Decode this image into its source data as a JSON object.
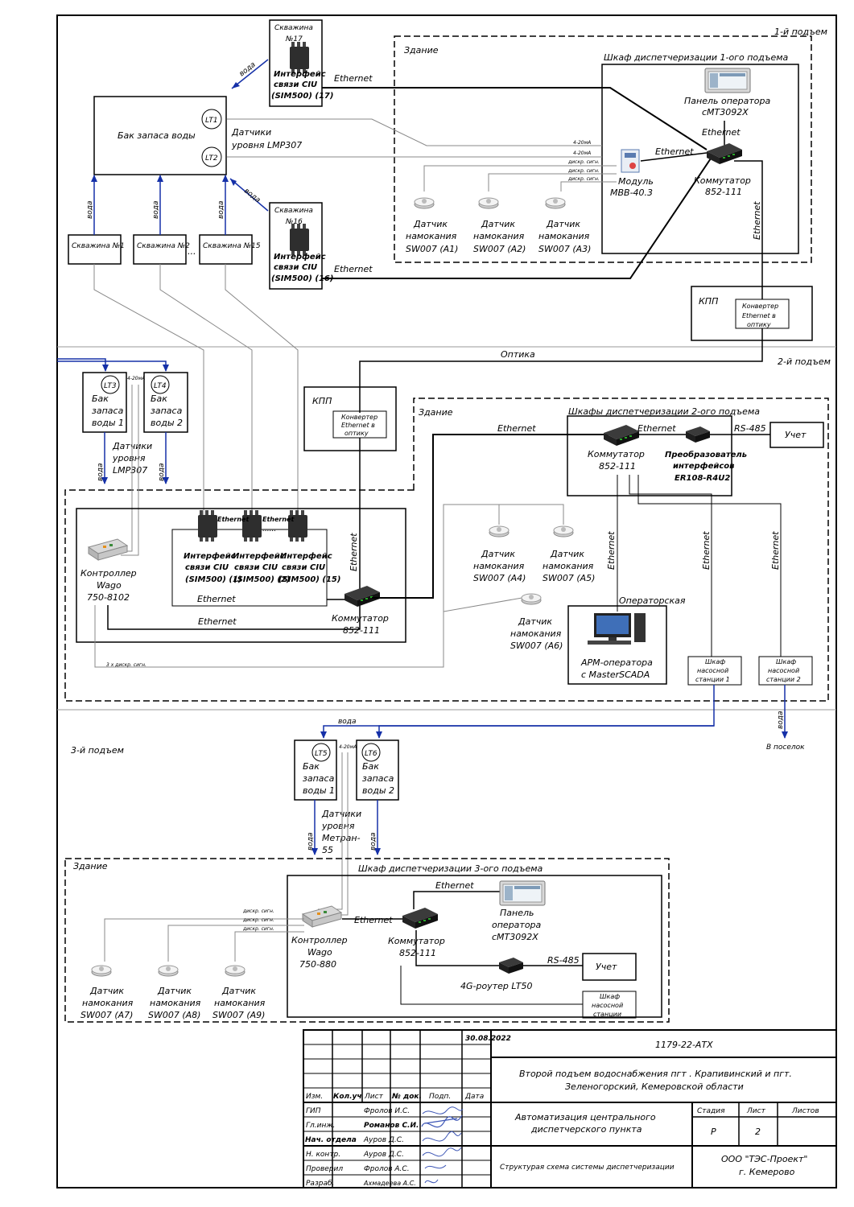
{
  "sections": {
    "s1": "1-й подъем",
    "s2": "2-й подъем",
    "s3": "3-й подъем"
  },
  "common": {
    "building": "Здание",
    "ethernet": "Ethernet",
    "water": "вода",
    "optics": "Оптика",
    "ma": "4-20мА",
    "discr": "дискр. сигн.",
    "kpp": "КПП",
    "rs485": "RS-485",
    "account": "Учет"
  },
  "p1": {
    "tank": "Бак запаса воды",
    "lt1": "LT1",
    "lt2": "LT2",
    "sensors": [
      "Датчики",
      "уровня LMP307"
    ],
    "well17": [
      "Скважина",
      "№17"
    ],
    "well16": [
      "Скважина",
      "№16"
    ],
    "ciu17": [
      "Интерфейс",
      "связи CIU",
      "(SIM500) (17)"
    ],
    "ciu16": [
      "Интерфейс",
      "связи CIU",
      "(SIM500) (16)"
    ],
    "wells": [
      "Скважина №1",
      "Скважина №2",
      "Скважина №15"
    ],
    "dots": "...",
    "cabinet": "Шкаф диспетчеризации 1-ого подъема",
    "panel": [
      "Панель оператора",
      "cMT3092X"
    ],
    "switch": [
      "Коммутатор",
      "852-111"
    ],
    "module": [
      "Модуль",
      "МВВ-40.3"
    ],
    "leaks": [
      [
        "Датчик",
        "намокания",
        "SW007 (A1)"
      ],
      [
        "Датчик",
        "намокания",
        "SW007 (A2)"
      ],
      [
        "Датчик",
        "намокания",
        "SW007 (A3)"
      ]
    ],
    "converter": [
      "Конвертер",
      "Ethernet в",
      "оптику"
    ]
  },
  "p2": {
    "converter": [
      "Конвертер",
      "Ethernet в",
      "оптику"
    ],
    "lt3": "LT3",
    "lt4": "LT4",
    "tank1": [
      "Бак",
      "запаса",
      "воды 1"
    ],
    "tank2": [
      "Бак",
      "запаса",
      "воды 2"
    ],
    "sensors": [
      "Датчики",
      "уровня",
      "LMP307"
    ],
    "cabinet": "Шкафы диспетчеризации 2-ого подъема",
    "switch_top": [
      "Коммутатор",
      "852-111"
    ],
    "converter485": [
      "Преобразователь",
      "интерфейсов",
      "ER108-R4U2"
    ],
    "wago": [
      "Контроллер",
      "Wago",
      "750-8102"
    ],
    "ciu": [
      [
        "Интерфейс",
        "связи CIU",
        "(SIM500) (1)"
      ],
      [
        "Интерфейс",
        "связи CIU",
        "(SIM500) (2)"
      ],
      [
        "Интерфейс",
        "связи CIU",
        "(SIM500) (15)"
      ]
    ],
    "dots": "......",
    "switch_bottom": [
      "Коммутатор",
      "852-111"
    ],
    "leaks": [
      [
        "Датчик",
        "намокания",
        "SW007 (A4)"
      ],
      [
        "Датчик",
        "намокания",
        "SW007 (A5)"
      ],
      [
        "Датчик",
        "намокания",
        "SW007 (A6)"
      ]
    ],
    "operator_room": "Операторская",
    "arm": [
      "АРМ-оператора",
      "с  MasterSCADA"
    ],
    "pump1": [
      "Шкаф",
      "насосной",
      "станции 1"
    ],
    "pump2": [
      "Шкаф",
      "насосной",
      "станции 2"
    ],
    "to_village": "В поселок",
    "discr3": "3 х дискр. сигн."
  },
  "p3": {
    "lt5": "LT5",
    "lt6": "LT6",
    "tank1": [
      "Бак",
      "запаса",
      "воды 1"
    ],
    "tank2": [
      "Бак",
      "запаса",
      "воды 2"
    ],
    "sensors": [
      "Датчики",
      "уровня",
      "Метран-",
      "55"
    ],
    "cabinet": "Шкаф диспетчеризации 3-ого подъема",
    "wago": [
      "Контроллер",
      "Wago",
      "750-880"
    ],
    "switch": [
      "Коммутатор",
      "852-111"
    ],
    "panel": [
      "Панель",
      "оператора",
      "cMT3092X"
    ],
    "router": "4G-роутер LT50",
    "pump": [
      "Шкаф",
      "насосной",
      "станции"
    ],
    "leaks": [
      [
        "Датчик",
        "намокания",
        "SW007 (A7)"
      ],
      [
        "Датчик",
        "намокания",
        "SW007 (A8)"
      ],
      [
        "Датчик",
        "намокания",
        "SW007 (A9)"
      ]
    ]
  },
  "stamp": {
    "date": "30.08.2022",
    "code": "1179-22-АТХ",
    "project": [
      "Второй подъем водоснабжения пгт . Крапивинский и пгт.",
      "Зеленогорский, Кемеровской области"
    ],
    "headers": [
      "Изм.",
      "Кол.уч",
      "Лист",
      "№ док.",
      "Подп.",
      "Дата"
    ],
    "roles": [
      "ГИП",
      "Гл.инж.",
      "Нач. отдела",
      "Н. контр.",
      "Проверил",
      "Разраб."
    ],
    "names": [
      "Фролов И.С.",
      "Романов С.И.",
      "Ауров Д.С.",
      "Ауров Д.С.",
      "Фролов А.С.",
      "Ахмадеева А.С."
    ],
    "object": [
      "Автоматизация центрального",
      "диспетчерского пункта"
    ],
    "sheet_title": "Структурая схема системы диспетчеризации",
    "stage_h": "Стадия",
    "sheet_h": "Лист",
    "sheets_h": "Листов",
    "stage": "Р",
    "sheet": "2",
    "org": [
      "ООО \"ТЭС-Проект\"",
      "г. Кемерово"
    ]
  }
}
